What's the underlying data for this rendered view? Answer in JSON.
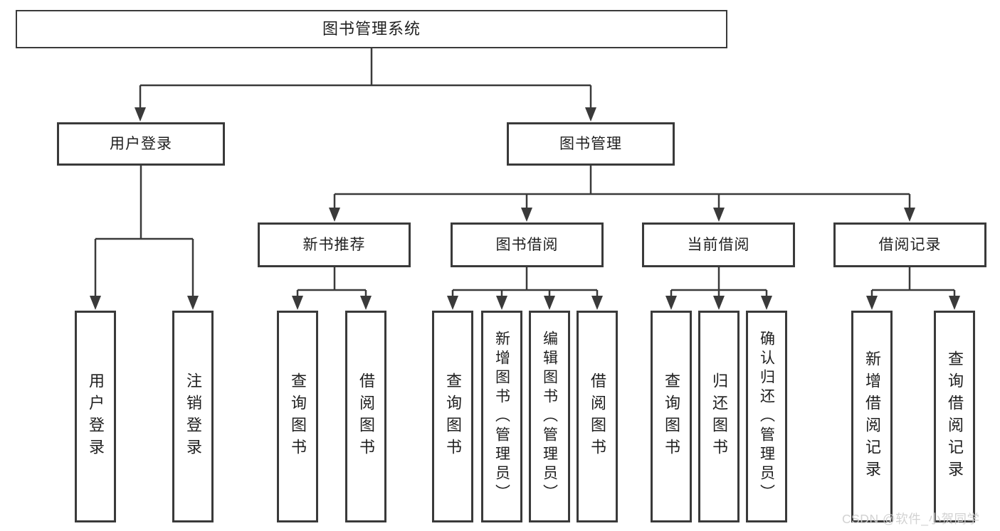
{
  "diagram": {
    "root": {
      "label": "图书管理系统"
    },
    "branches": [
      {
        "label": "用户登录",
        "children": [
          {
            "label": "用户登录"
          },
          {
            "label": "注销登录"
          }
        ]
      },
      {
        "label": "图书管理",
        "children": [
          {
            "label": "新书推荐",
            "children": [
              {
                "label": "查询图书"
              },
              {
                "label": "借阅图书"
              }
            ]
          },
          {
            "label": "图书借阅",
            "children": [
              {
                "label": "查询图书"
              },
              {
                "label": "新增图书（管理员）"
              },
              {
                "label": "编辑图书（管理员）"
              },
              {
                "label": "借阅图书"
              }
            ]
          },
          {
            "label": "当前借阅",
            "children": [
              {
                "label": "查询图书"
              },
              {
                "label": "归还图书"
              },
              {
                "label": "确认归还（管理员）"
              }
            ]
          },
          {
            "label": "借阅记录",
            "children": [
              {
                "label": "新增借阅记录"
              },
              {
                "label": "查询借阅记录"
              }
            ]
          }
        ]
      }
    ]
  },
  "watermark": {
    "text": "CSDN @软件_小贺同学"
  },
  "colors": {
    "line": "#3a3a3a",
    "text": "#1f1f1f",
    "background": "#ffffff",
    "watermark": "#d0d0d0"
  }
}
